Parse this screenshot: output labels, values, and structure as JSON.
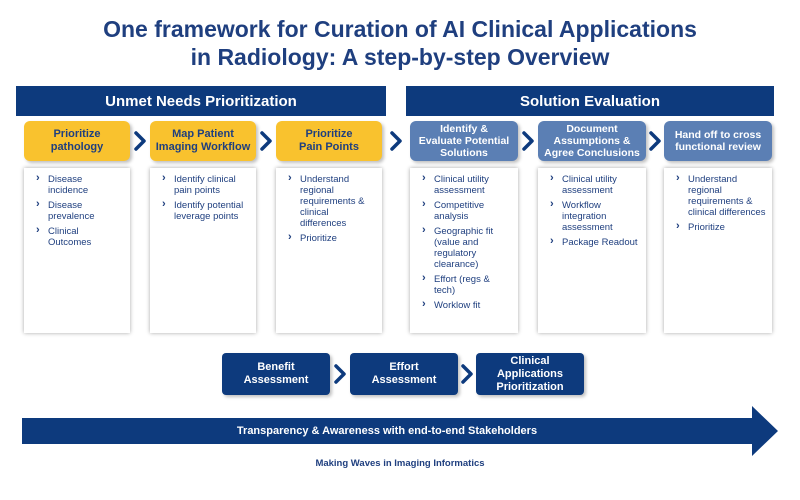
{
  "title": {
    "line1": "One framework for Curation of AI Clinical Applications",
    "line2": "in Radiology: A step-by-step Overview"
  },
  "banners": {
    "left": "Unmet Needs Prioritization",
    "right": "Solution Evaluation"
  },
  "steps": [
    {
      "line1": "Prioritize",
      "line2": "pathology",
      "line3": "",
      "items": [
        "Disease incidence",
        "Disease prevalence",
        "Clinical Outcomes"
      ]
    },
    {
      "line1": "Map Patient",
      "line2": "Imaging Workflow",
      "line3": "",
      "items": [
        "Identify clinical pain points",
        "Identify potential leverage points"
      ]
    },
    {
      "line1": "Prioritize",
      "line2": "Pain Points",
      "line3": "",
      "items": [
        "Understand regional requirements & clinical differences",
        "Prioritize"
      ]
    },
    {
      "line1": "Identify &",
      "line2": "Evaluate Potential",
      "line3": "Solutions",
      "items": [
        "Clinical utility assessment",
        "Competitive analysis",
        "Geographic fit (value and regulatory clearance)",
        "Effort (regs & tech)",
        "Worklow fit"
      ]
    },
    {
      "line1": "Document",
      "line2": "Assumptions &",
      "line3": "Agree Conclusions",
      "items": [
        "Clinical utility assessment",
        "Workflow integration assessment",
        "Package Readout"
      ]
    },
    {
      "line1": "Hand off to cross",
      "line2": "functional review",
      "line3": "",
      "items": [
        "Understand regional requirements & clinical differences",
        "Prioritize"
      ]
    }
  ],
  "bottom_steps": [
    {
      "line1": "Benefit",
      "line2": "Assessment",
      "line3": ""
    },
    {
      "line1": "Effort",
      "line2": "Assessment",
      "line3": ""
    },
    {
      "line1": "Clinical",
      "line2": "Applications",
      "line3": "Prioritization"
    }
  ],
  "arrow_label": "Transparency & Awareness with end-to-end Stakeholders",
  "footer": "Making Waves in Imaging Informatics",
  "colors": {
    "navy": "#0d3a7d",
    "title_blue": "#1f3f7f",
    "yellow": "#f9c22e",
    "steel_blue": "#5b7fb4"
  }
}
